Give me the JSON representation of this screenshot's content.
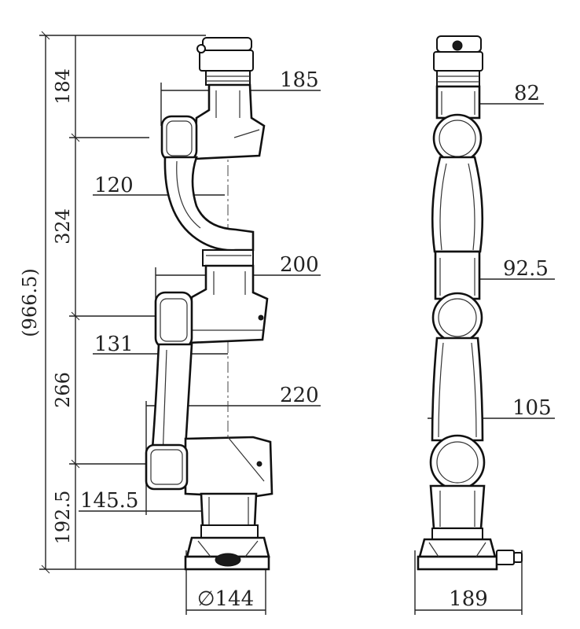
{
  "dimensions": {
    "side_view": {
      "total_height": "(966.5)",
      "seg_top": "184",
      "seg_upper": "324",
      "seg_middle": "266",
      "seg_bottom": "192.5",
      "width_upper_joint": "185",
      "width_mid_joint": "200",
      "width_lower_joint": "220",
      "offset_upper_link": "120",
      "offset_forearm": "131",
      "offset_base_link": "145.5",
      "base_diameter": "∅144"
    },
    "front_view": {
      "width_top": "82",
      "width_middle": "92.5",
      "width_lower": "105",
      "base_width": "189"
    }
  }
}
